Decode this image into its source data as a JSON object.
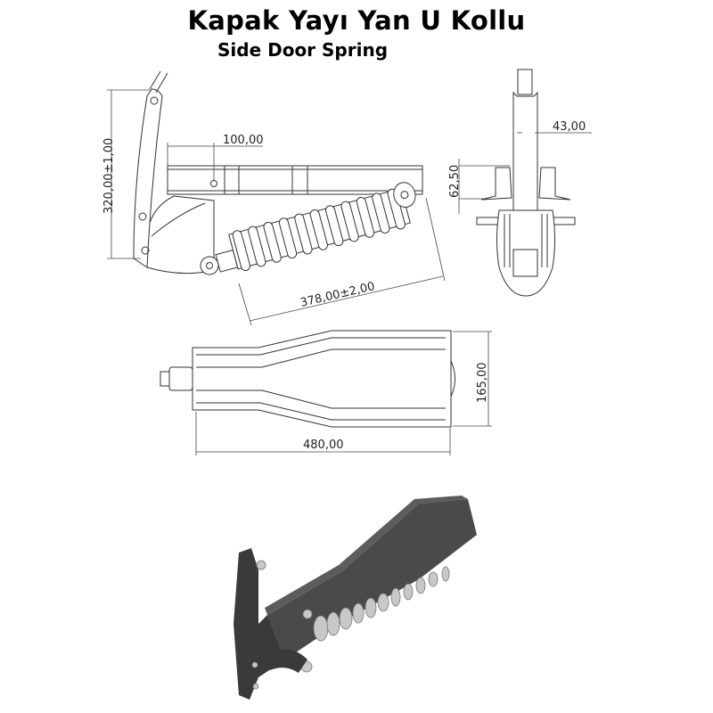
{
  "header": {
    "title": "Kapak Yayı Yan U Kollu",
    "subtitle": "Side Door Spring"
  },
  "side_view": {
    "dim_height": "320,00±1,00",
    "dim_offset": "100,00",
    "dim_spring_length": "378,00±2,00"
  },
  "front_view": {
    "dim_width": "43,00",
    "dim_bracket": "62,50"
  },
  "top_view": {
    "dim_height": "165,00",
    "dim_length": "480,00"
  },
  "colors": {
    "line": "#333333",
    "body_dark": "#3c3c3a",
    "spring_metal": "#b8b8b8"
  }
}
